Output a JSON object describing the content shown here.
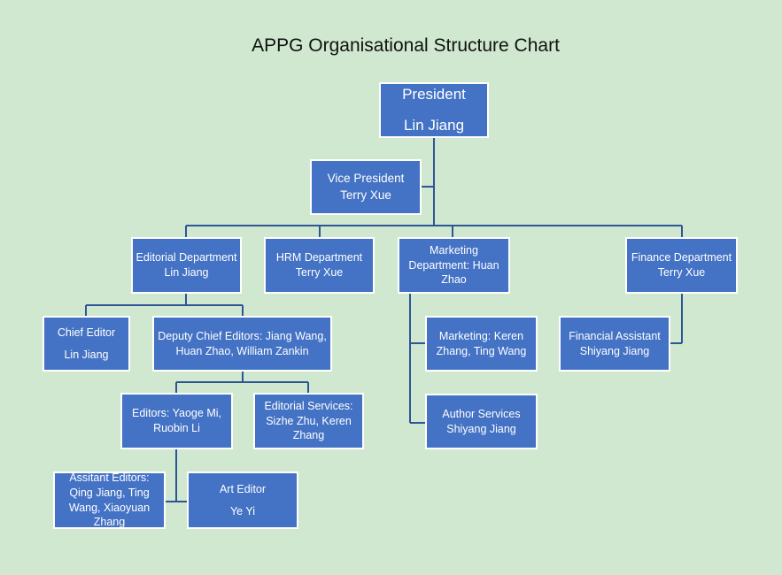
{
  "title": "APPG Organisational Structure Chart",
  "colors": {
    "background": "#cfe8cf",
    "box": "#4472c4",
    "box_border": "#ffffff",
    "line": "#2f5597",
    "text": "#ffffff"
  },
  "nodes": {
    "president": {
      "role": "President",
      "name": "Lin Jiang"
    },
    "vice_president": {
      "role": "Vice President",
      "name": "Terry Xue"
    },
    "editorial": {
      "role": "Editorial Department",
      "name": "Lin Jiang"
    },
    "hrm": {
      "role": "HRM Department",
      "name": "Terry Xue"
    },
    "marketing_dept": {
      "role": "Marketing Department: Huan Zhao"
    },
    "finance": {
      "role": "Finance Department",
      "name": "Terry Xue"
    },
    "chief_editor": {
      "role": "Chief Editor",
      "name": "Lin Jiang"
    },
    "deputy_chief": {
      "role": "Deputy Chief Editors: Jiang Wang, Huan Zhao, William Zankin"
    },
    "editors": {
      "role": "Editors: Yaoge Mi, Ruobin Li"
    },
    "editorial_services": {
      "role": "Editorial Services: Sizhe Zhu, Keren Zhang"
    },
    "assistant_editors": {
      "role": "Assitant Editors: Qing Jiang, Ting Wang, Xiaoyuan Zhang"
    },
    "art_editor": {
      "role": "Art Editor",
      "name": "Ye Yi"
    },
    "marketing": {
      "role": "Marketing: Keren Zhang, Ting Wang"
    },
    "author_services": {
      "role": "Author Services",
      "name": "Shiyang Jiang"
    },
    "financial_assistant": {
      "role": "Financial Assistant",
      "name": "Shiyang Jiang"
    }
  }
}
